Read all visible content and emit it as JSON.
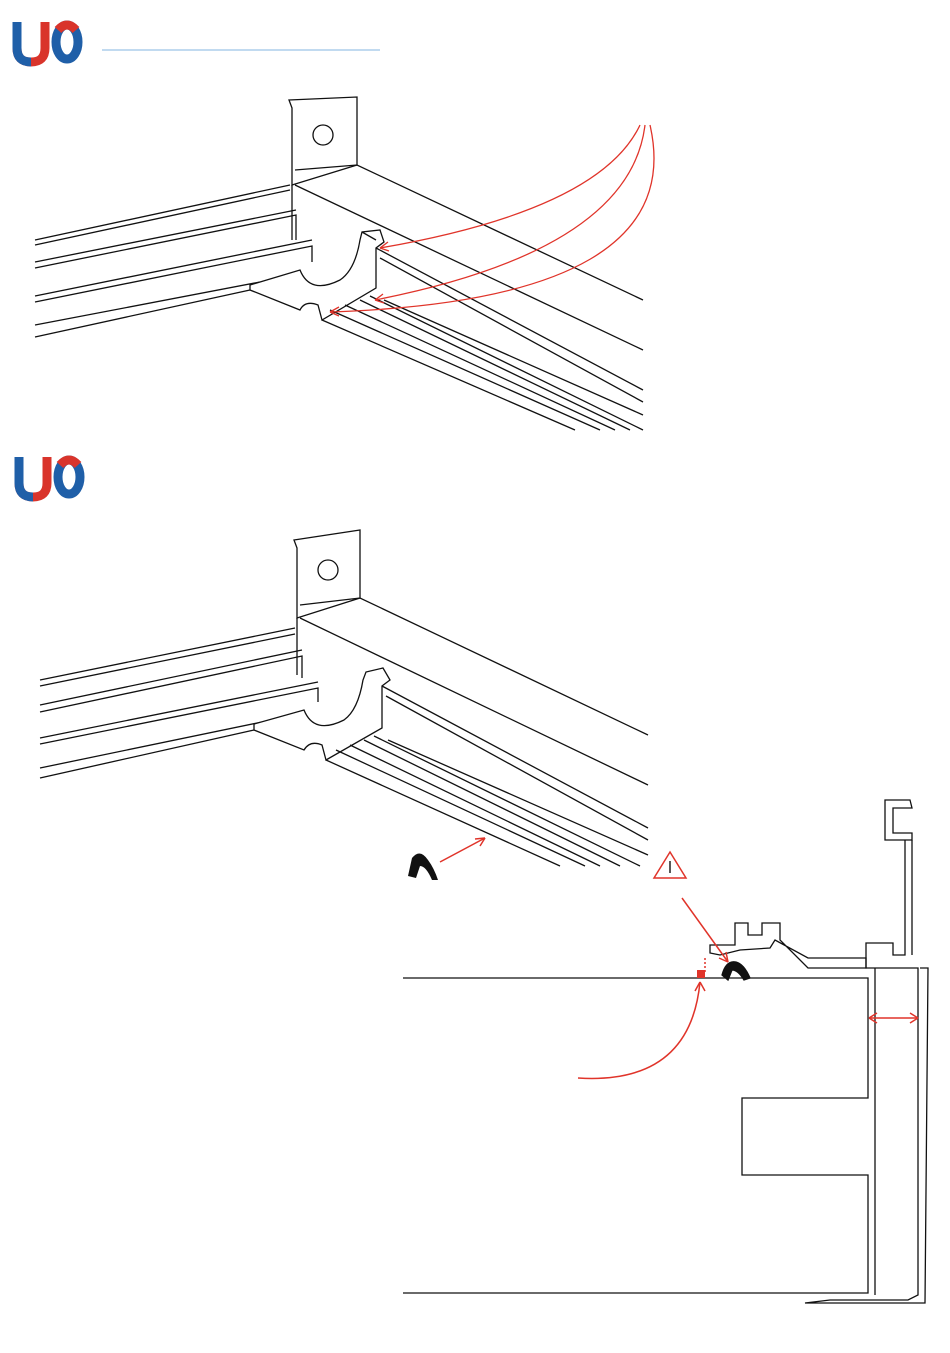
{
  "brand": {
    "logo_text": "UO",
    "color_blue": "#1f5fa8",
    "color_red": "#d9342b",
    "rule_color": "#9cc3e6"
  },
  "colors": {
    "line": "#111111",
    "annotation": "#e0342a",
    "warning": "#e0342a"
  },
  "icons": {
    "warning": "warning-triangle-icon",
    "gasket": "gasket-profile-icon"
  },
  "figures": [
    {
      "id": "fig-top",
      "description_visible": ""
    },
    {
      "id": "fig-middle",
      "description_visible": ""
    },
    {
      "id": "fig-section",
      "description_visible": ""
    }
  ]
}
